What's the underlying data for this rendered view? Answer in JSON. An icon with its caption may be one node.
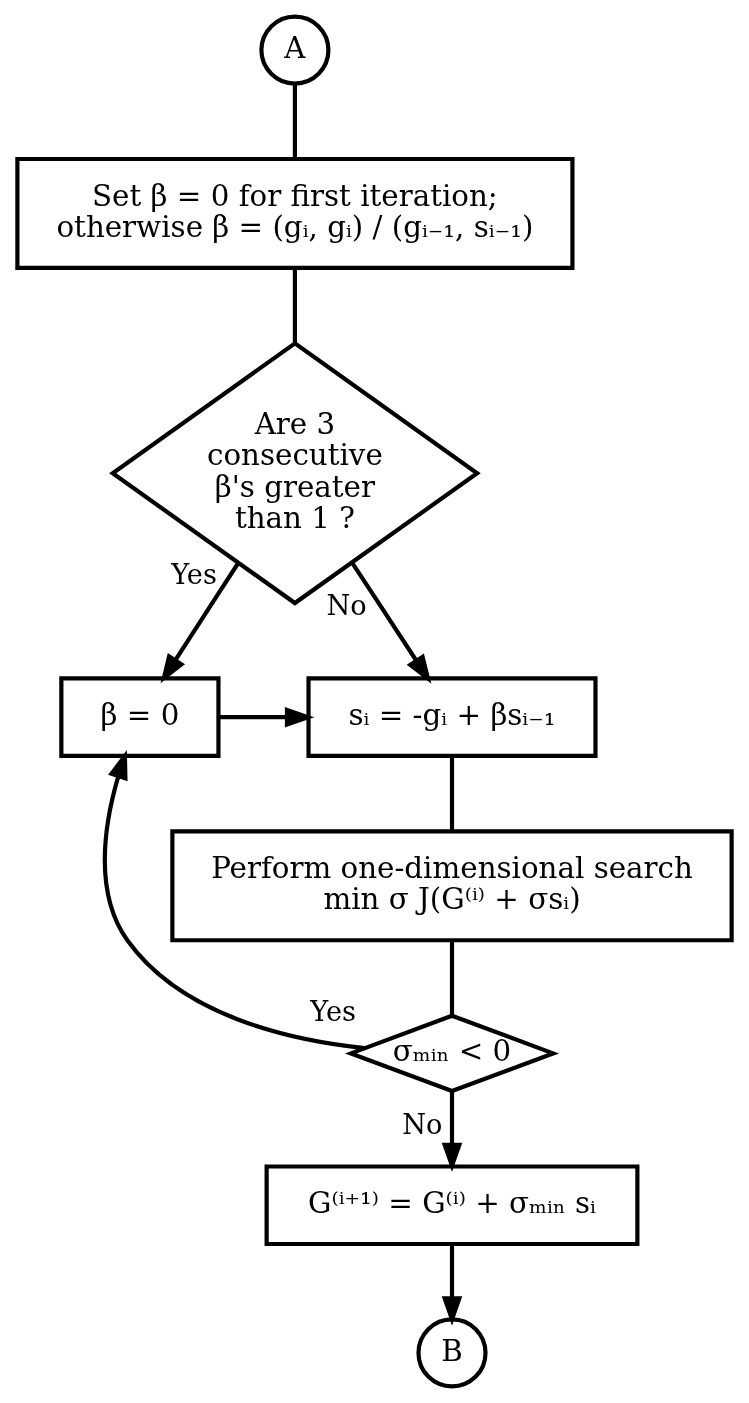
{
  "diagram": {
    "nodes": [
      {
        "text": [
          "A"
        ]
      },
      {
        "text": [
          "Set β = 0 for first iteration;",
          "otherwise β = (gᵢ, gᵢ) / (gᵢ₋₁, sᵢ₋₁)"
        ]
      },
      {
        "text": [
          "Are 3 consecutive β's greater than 1 ?"
        ]
      },
      {
        "text": [
          "β = 0"
        ]
      },
      {
        "text": [
          "sᵢ = -gᵢ + βsᵢ₋₁"
        ]
      },
      {
        "text": [
          "Perform one-dimensional search",
          "min σ J(G⁽ⁱ⁾ + σsᵢ)"
        ]
      },
      {
        "text": [
          "σₘᵢₙ < 0"
        ]
      },
      {
        "text": [
          "G⁽ⁱ⁺¹⁾ = G⁽ⁱ⁾ + σₘᵢₙ sᵢ"
        ]
      },
      {
        "text": [
          "B"
        ]
      }
    ],
    "edges": [
      {
        "from": 0,
        "to": 1,
        "arrow": "none"
      },
      {
        "from": 1,
        "to": 2,
        "arrow": "none"
      },
      {
        "from": 2,
        "to": 3,
        "arrow": "to",
        "label": "Yes"
      },
      {
        "from": 3,
        "to": 4,
        "arrow": "to"
      },
      {
        "from": 2,
        "to": 4,
        "arrow": "to",
        "label": "No"
      },
      {
        "from": 4,
        "to": 5,
        "arrow": "none"
      },
      {
        "from": 5,
        "to": 6,
        "arrow": "none"
      },
      {
        "from": 6,
        "to": 3,
        "arrow": "to",
        "label": "Yes"
      },
      {
        "from": 6,
        "to": 7,
        "arrow": "to",
        "label": "No"
      },
      {
        "from": 7,
        "to": 8,
        "arrow": "to"
      }
    ]
  }
}
